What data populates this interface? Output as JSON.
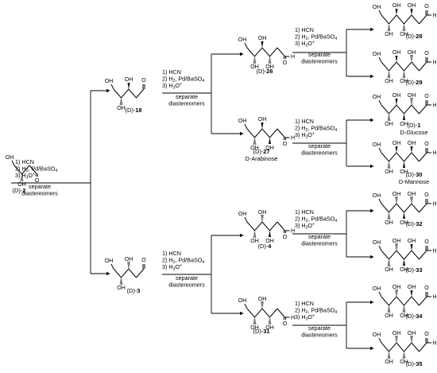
{
  "atoms": {
    "oh": "OH",
    "o": "O",
    "h": "H"
  },
  "conditions": {
    "step1": "1) HCN",
    "step2_prefix": "2) H",
    "step2_sub": "2",
    "step2_mid": ", Pd/BaSO",
    "step2_sub2": "4",
    "step3_prefix": "3) H",
    "step3_sub": "3",
    "step3_suffix": "O",
    "step3_sup": "+",
    "separate": "separate",
    "diastereomers": "diastereomers"
  },
  "compounds": [
    {
      "id": "c2",
      "prefix": "(D)-",
      "number": "2",
      "name": ""
    },
    {
      "id": "c18",
      "prefix": "(D)-",
      "number": "18",
      "name": ""
    },
    {
      "id": "c3",
      "prefix": "(D)-",
      "number": "3",
      "name": ""
    },
    {
      "id": "c26",
      "prefix": "(D)-",
      "number": "26",
      "name": ""
    },
    {
      "id": "c27",
      "prefix": "(D)-",
      "number": "27",
      "name": "D-Arabinose"
    },
    {
      "id": "c4",
      "prefix": "(D)-",
      "number": "4",
      "name": ""
    },
    {
      "id": "c31",
      "prefix": "(D)-",
      "number": "31",
      "name": ""
    },
    {
      "id": "c28",
      "prefix": "(D)-",
      "number": "28",
      "name": ""
    },
    {
      "id": "c29",
      "prefix": "(D)-",
      "number": "29",
      "name": ""
    },
    {
      "id": "c1",
      "prefix": "(D)-",
      "number": "1",
      "name": "D-Glucose"
    },
    {
      "id": "c30",
      "prefix": "(D)-",
      "number": "30",
      "name": "D-Mannose"
    },
    {
      "id": "c32",
      "prefix": "(D)-",
      "number": "32",
      "name": ""
    },
    {
      "id": "c33",
      "prefix": "(D)-",
      "number": "33",
      "name": ""
    },
    {
      "id": "c34",
      "prefix": "(D)-",
      "number": "34",
      "name": ""
    },
    {
      "id": "c35",
      "prefix": "(D)-",
      "number": "35",
      "name": ""
    }
  ],
  "structures": [
    {
      "compound": "c2",
      "oh": [
        "up",
        "dash"
      ]
    },
    {
      "compound": "c18",
      "oh": [
        "up",
        "dash",
        "wedge"
      ]
    },
    {
      "compound": "c3",
      "oh": [
        "up",
        "dash",
        "dash"
      ]
    },
    {
      "compound": "c26",
      "oh": [
        "up",
        "dash",
        "wedge",
        "dash"
      ]
    },
    {
      "compound": "c27",
      "oh": [
        "up",
        "dash",
        "wedge",
        "wedge"
      ]
    },
    {
      "compound": "c4",
      "oh": [
        "up",
        "dash",
        "dash",
        "wedge"
      ]
    },
    {
      "compound": "c31",
      "oh": [
        "up",
        "dash",
        "dash",
        "dash"
      ]
    },
    {
      "compound": "c28",
      "oh": [
        "up",
        "dash",
        "wedge",
        "dash",
        "wedge"
      ]
    },
    {
      "compound": "c29",
      "oh": [
        "up",
        "dash",
        "wedge",
        "dash",
        "dash"
      ]
    },
    {
      "compound": "c1",
      "oh": [
        "up",
        "dash",
        "wedge",
        "wedge",
        "dash"
      ]
    },
    {
      "compound": "c30",
      "oh": [
        "up",
        "dash",
        "wedge",
        "wedge",
        "wedge"
      ]
    },
    {
      "compound": "c32",
      "oh": [
        "up",
        "dash",
        "dash",
        "wedge",
        "dash"
      ]
    },
    {
      "compound": "c33",
      "oh": [
        "up",
        "dash",
        "dash",
        "wedge",
        "wedge"
      ]
    },
    {
      "compound": "c34",
      "oh": [
        "up",
        "dash",
        "dash",
        "dash",
        "wedge"
      ]
    },
    {
      "compound": "c35",
      "oh": [
        "up",
        "dash",
        "dash",
        "dash",
        "dash"
      ]
    }
  ]
}
